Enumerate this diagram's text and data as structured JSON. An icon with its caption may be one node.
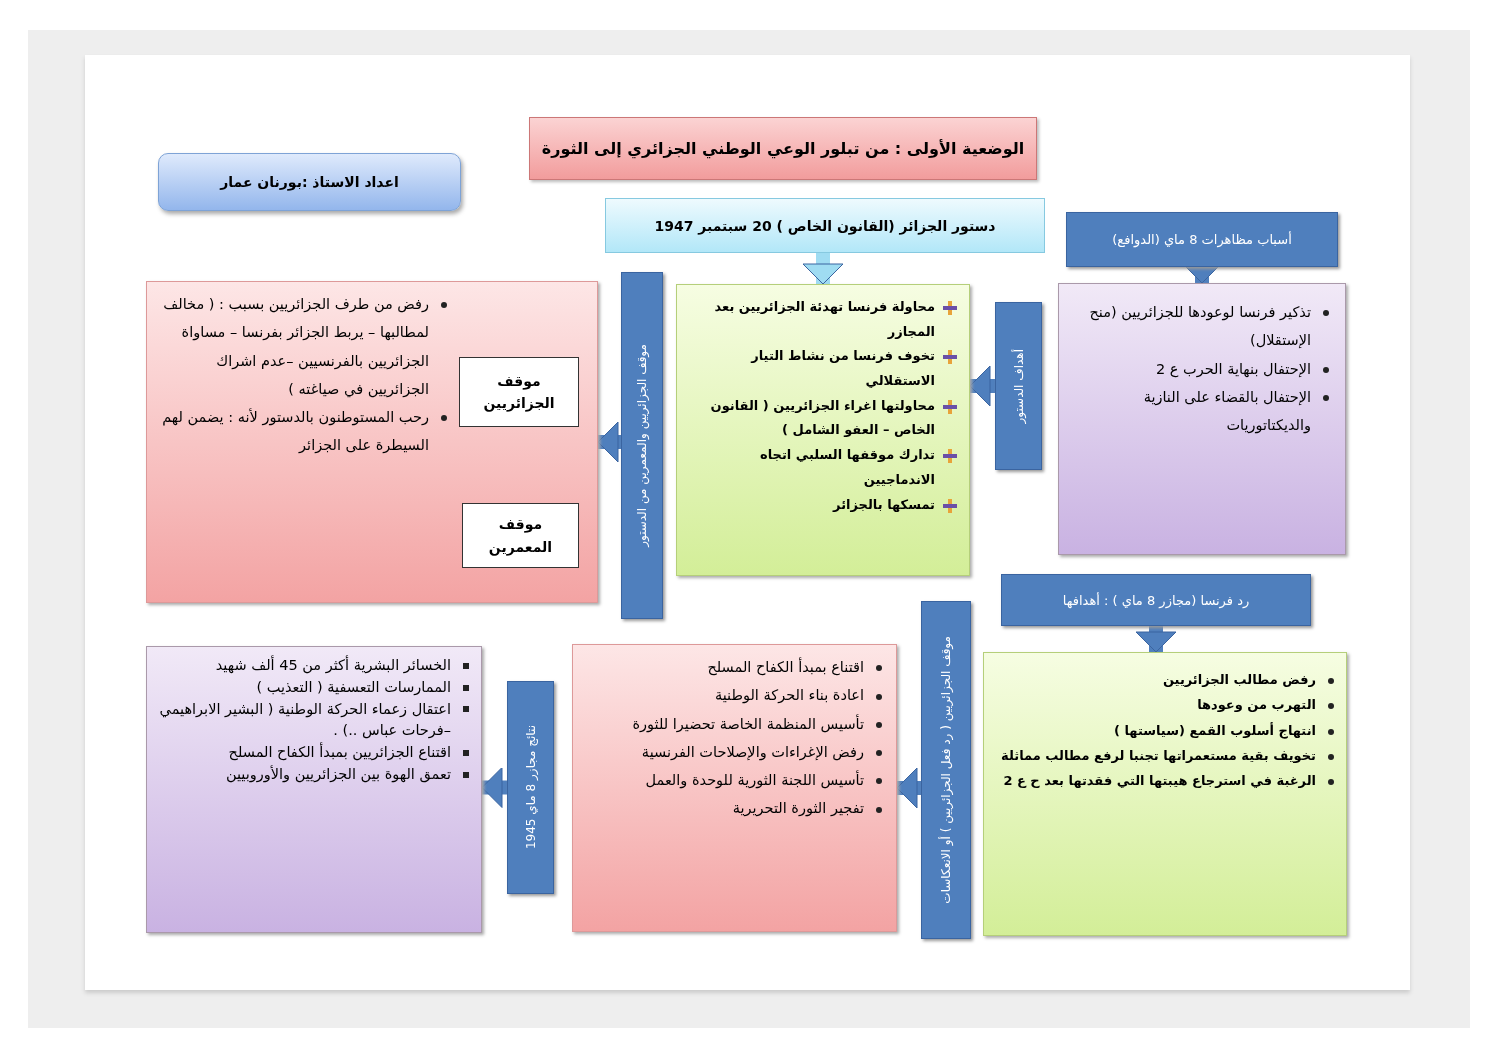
{
  "diagram": {
    "nodes": [
      {
        "text": [
          "الوضعية الأولى : من تبلور الوعي الوطني الجزائري إلى الثورة"
        ]
      },
      {
        "text": [
          "اعداد الاستاذ :بورنان عمار"
        ]
      },
      {
        "text": [
          "دستور الجزائر (القانون الخاص ) 20 سبتمبر 1947"
        ]
      },
      {
        "text": [
          "أسباب مظاهرات 8 ماي (الدوافع)"
        ]
      },
      {
        "text": [
          "تذكير فرنسا لوعودها للجزائريين (منح الإستقلال)",
          "الإحتفال بنهاية الحرب ع 2",
          "الإحتفال بالقضاء على النازية والديكتاتوريات"
        ]
      },
      {
        "text": [
          "أهداف الدستور"
        ]
      },
      {
        "text": [
          "محاولة فرنسا تهدئة الجزائريين بعد المجازر",
          "تخوف فرنسا من نشاط التيار الاستقلالي",
          "محاولتها اغراء الجزائريين ( القانون الخاص – العفو الشامل )",
          "تدارك موقفها السلبي اتجاه الاندماجيين",
          "تمسكها بالجزائر"
        ]
      },
      {
        "text": [
          "موقف الجزائريين والمعمرين من الدستور"
        ]
      },
      {
        "text": [
          "رفض من طرف الجزائريين بسبب : ( مخالف لمطالبها – يربط الجزائر بفرنسا – مساواة الجزائريين بالفرنسيين –عدم اشراك الجزائريين في صياغته )",
          "رحب المستوطنون بالدستور لأنه : يضمن لهم السيطرة على الجزائر"
        ]
      },
      {
        "text": [
          "موقف الجزائريين"
        ],
        "in": 8
      },
      {
        "text": [
          "موقف المعمرين"
        ],
        "in": 8
      },
      {
        "text": [
          "رد فرنسا (مجازر 8 ماي ) : أهدافها"
        ]
      },
      {
        "text": [
          "رفض مطالب الجزائريين",
          "التهرب من وعودها",
          "انتهاج أسلوب القمع (سياستها )",
          "تخويف بقية مستعمراتها تجنبا لرفع مطالب مماثلة",
          "الرغبة في استرجاع هيبتها التي فقدتها بعد ح ع 2"
        ]
      },
      {
        "text": [
          "موقف الجزائريين ( رد فعل الجزائريين ) أو الانعكاسات"
        ]
      },
      {
        "text": [
          "اقتناع بمبدأ الكفاح المسلح",
          "اعادة بناء الحركة الوطنية",
          "تأسيس المنظمة الخاصة تحضيرا للثورة",
          "رفض الإغراءات والإصلاحات الفرنسية",
          "تأسيس اللجنة الثورية للوحدة والعمل",
          "تفجير الثورة التحريرية"
        ]
      },
      {
        "text": [
          "نتائج مجازر 8 ماي 1945"
        ]
      },
      {
        "text": [
          "الخسائر البشرية أكثر من 45 ألف شهيد",
          "الممارسات التعسفية ( التعذيب )",
          "اعتقال زعماء الحركة الوطنية ( البشير الابراهيمي –فرحات عباس ..) .",
          "اقتناع الجزائريين بمبدأ الكفاح المسلح",
          "تعمق الهوة بين الجزائريين والأوروبيين"
        ]
      }
    ],
    "edges": [
      {
        "from": 2,
        "to": 6,
        "arrow": "to",
        "color": "#9fdcf2"
      },
      {
        "from": 3,
        "to": 4,
        "arrow": "to"
      },
      {
        "from": 5,
        "to": 6,
        "arrow": "to"
      },
      {
        "from": 7,
        "to": 8,
        "arrow": "to"
      },
      {
        "from": 11,
        "to": 12,
        "arrow": "to"
      },
      {
        "from": 13,
        "to": 14,
        "arrow": "to"
      },
      {
        "from": 15,
        "to": 16,
        "arrow": "to"
      }
    ]
  }
}
